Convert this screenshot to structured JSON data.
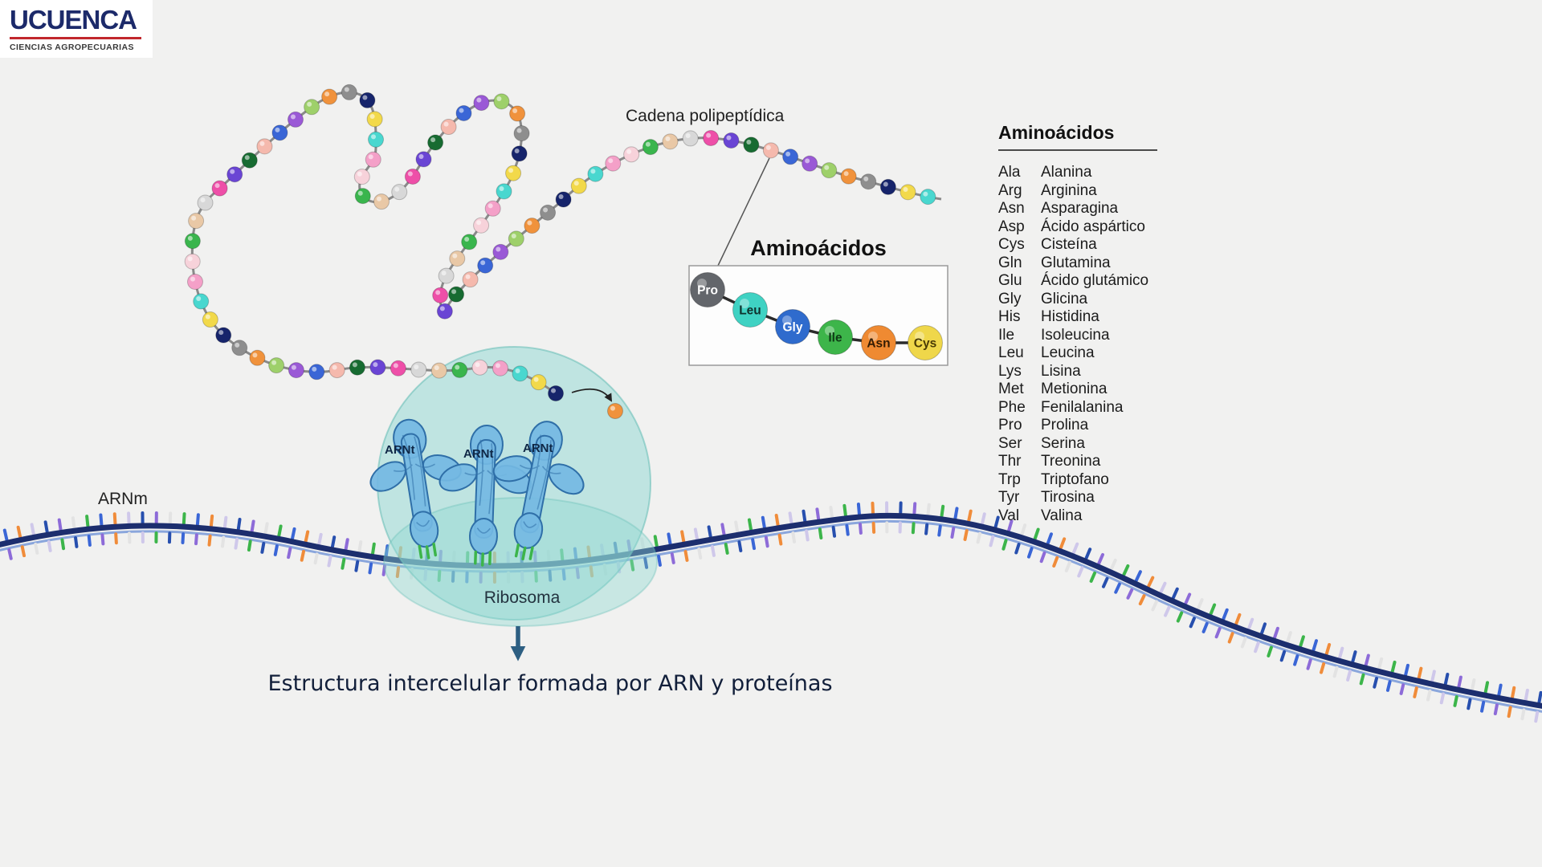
{
  "logo": {
    "brand": "UCUENCA",
    "subtitle": "CIENCIAS AGROPECUARIAS"
  },
  "labels": {
    "polypeptide_chain": "Cadena polipeptídica",
    "mrna": "ARNm",
    "trna": "ARNt",
    "ribosome": "Ribosoma",
    "caption": "Estructura intercelular formada por ARN y proteínas"
  },
  "inset": {
    "title": "Aminoácidos",
    "beads": [
      {
        "label": "Pro",
        "color": "#63666b",
        "text_color": "#ffffff"
      },
      {
        "label": "Leu",
        "color": "#3fd2c3",
        "text_color": "#0f312d"
      },
      {
        "label": "Gly",
        "color": "#2f6bcd",
        "text_color": "#ffffff"
      },
      {
        "label": "Ile",
        "color": "#3db54a",
        "text_color": "#0f3a16"
      },
      {
        "label": "Asn",
        "color": "#ef8a32",
        "text_color": "#341c04"
      },
      {
        "label": "Cys",
        "color": "#efd74a",
        "text_color": "#4a3c06"
      }
    ]
  },
  "amino_acid_list": {
    "title": "Aminoácidos",
    "items": [
      {
        "abbr": "Ala",
        "name": "Alanina"
      },
      {
        "abbr": "Arg",
        "name": "Arginina"
      },
      {
        "abbr": "Asn",
        "name": "Asparagina"
      },
      {
        "abbr": "Asp",
        "name": "Ácido aspártico"
      },
      {
        "abbr": "Cys",
        "name": "Cisteína"
      },
      {
        "abbr": "Gln",
        "name": "Glutamina"
      },
      {
        "abbr": "Glu",
        "name": "Ácido glutámico"
      },
      {
        "abbr": "Gly",
        "name": "Glicina"
      },
      {
        "abbr": "His",
        "name": "Histidina"
      },
      {
        "abbr": "Ile",
        "name": "Isoleucina"
      },
      {
        "abbr": "Leu",
        "name": "Leucina"
      },
      {
        "abbr": "Lys",
        "name": "Lisina"
      },
      {
        "abbr": "Met",
        "name": "Metionina"
      },
      {
        "abbr": "Phe",
        "name": "Fenilalanina"
      },
      {
        "abbr": "Pro",
        "name": "Prolina"
      },
      {
        "abbr": "Ser",
        "name": "Serina"
      },
      {
        "abbr": "Thr",
        "name": "Treonina"
      },
      {
        "abbr": "Trp",
        "name": "Triptofano"
      },
      {
        "abbr": "Tyr",
        "name": "Tirosina"
      },
      {
        "abbr": "Val",
        "name": "Valina"
      }
    ]
  },
  "palette": {
    "background": "#f1f1f0",
    "brand_navy": "#1c2a6a",
    "brand_red": "#c1272d",
    "chain_link": "#8a8a8a",
    "chain_beads": [
      "#49d7cf",
      "#d8d8d8",
      "#3a66d6",
      "#16246b",
      "#3ab54d",
      "#176b31",
      "#f0923c",
      "#f4a0c8",
      "#ee4fa8",
      "#9a59d6",
      "#f2d94a",
      "#e9c8a6",
      "#f5b9ad",
      "#8e8e8e",
      "#f7d2da",
      "#6a45d4",
      "#9ed06a"
    ],
    "mrna_strand": "#1c2e6e",
    "mrna_strand_light": "#8aa6dc",
    "mrna_ticks": [
      "#f08c3a",
      "#3cb54a",
      "#8d6bd8",
      "#cfc8ea",
      "#3a66d6",
      "#e3e3e3",
      "#274fae"
    ],
    "ribosome_fill": "#8ed8d2",
    "ribosome_stroke": "#63bcb5",
    "trna_fill": "#74b8e3",
    "trna_stroke": "#2f6fa8",
    "arrow": "#2d5f82"
  }
}
